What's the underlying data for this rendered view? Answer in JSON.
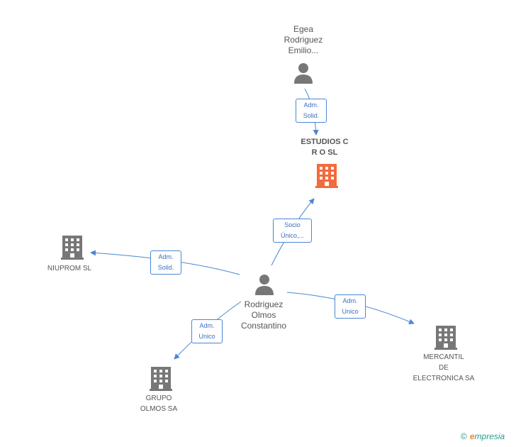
{
  "nodes": {
    "egea": {
      "label": "Egea\nRodriguez\nEmilio..."
    },
    "estudios": {
      "label": "ESTUDIOS C\nR O SL"
    },
    "niuprom": {
      "label": "NIUPROM SL"
    },
    "rodriguez": {
      "label": "Rodriguez\nOlmos\nConstantino"
    },
    "mercantil": {
      "label": "MERCANTIL\nDE\nELECTRONICA SA"
    },
    "grupo": {
      "label": "GRUPO\nOLMOS SA"
    }
  },
  "edges": {
    "egea_estudios": "Adm.\nSolid.",
    "rodriguez_estudios": "Socio\nÚnico,...",
    "rodriguez_niuprom": "Adm.\nSolid.",
    "rodriguez_mercantil": "Adm.\nUnico",
    "rodriguez_grupo": "Adm.\nUnico"
  },
  "colors": {
    "edge": "#4a86d6",
    "person": "#777777",
    "company": "#777777",
    "company_highlight": "#f26a3d"
  },
  "footer": {
    "copyright": "©",
    "brand_e": "e",
    "brand_rest": "mpresia"
  }
}
